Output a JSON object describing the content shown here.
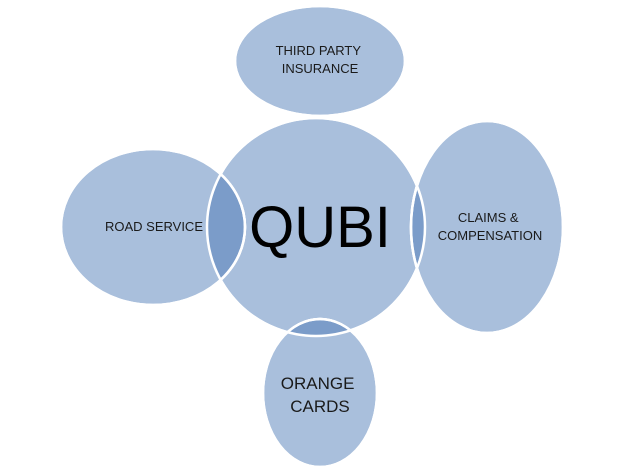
{
  "diagram": {
    "center": {
      "label": "QUBI"
    },
    "nodes": [
      {
        "id": "third-party-insurance",
        "lines": [
          "THIRD PARTY",
          "INSURANCE"
        ]
      },
      {
        "id": "road-service",
        "lines": [
          "ROAD SERVICE"
        ]
      },
      {
        "id": "claims-compensation",
        "lines": [
          "CLAIMS &",
          "COMPENSATION"
        ]
      },
      {
        "id": "orange-cards",
        "lines": [
          "ORANGE",
          "CARDS"
        ]
      }
    ],
    "colors": {
      "fill": "#a9bfdc",
      "overlap": "#7b9cc9",
      "stroke": "#ffffff",
      "text": "#1a1a1a"
    }
  }
}
